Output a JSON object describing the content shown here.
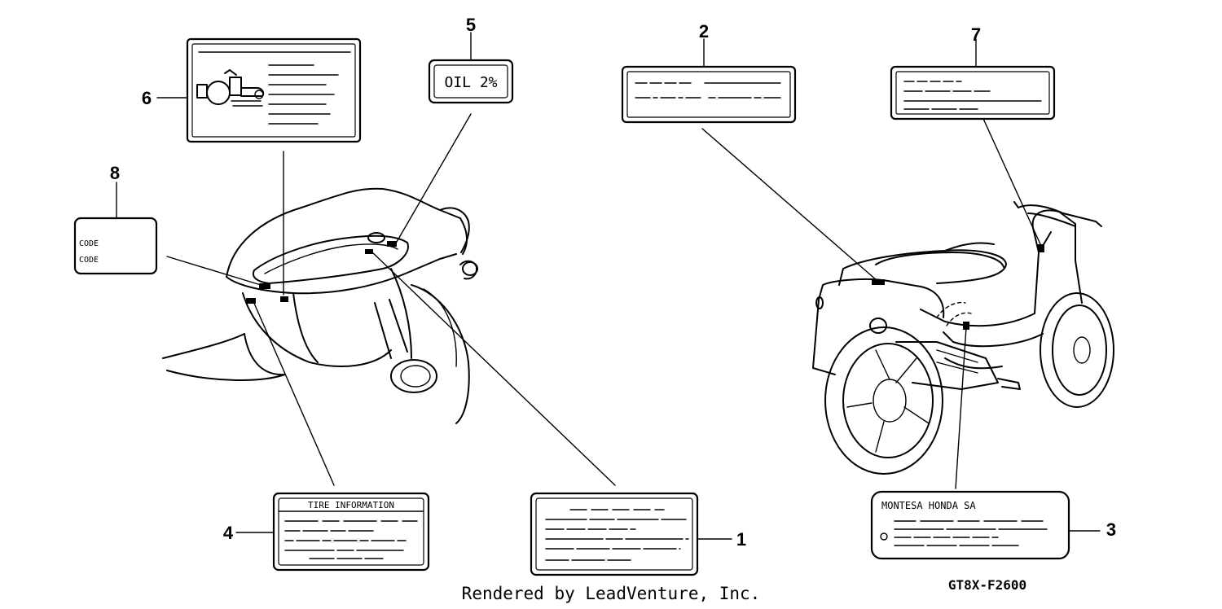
{
  "callouts": {
    "c1": "1",
    "c2": "2",
    "c3": "3",
    "c4": "4",
    "c5": "5",
    "c6": "6",
    "c7": "7",
    "c8": "8"
  },
  "labels": {
    "oil": "OIL 2%",
    "tire_info": "TIRE INFORMATION",
    "manufacturer": "MONTESA HONDA SA",
    "code_1": "CODE",
    "code_2": "CODE"
  },
  "footer": {
    "rendered_by": "Rendered by LeadVenture, Inc.",
    "diagram_code": "GT8X-F2600"
  }
}
